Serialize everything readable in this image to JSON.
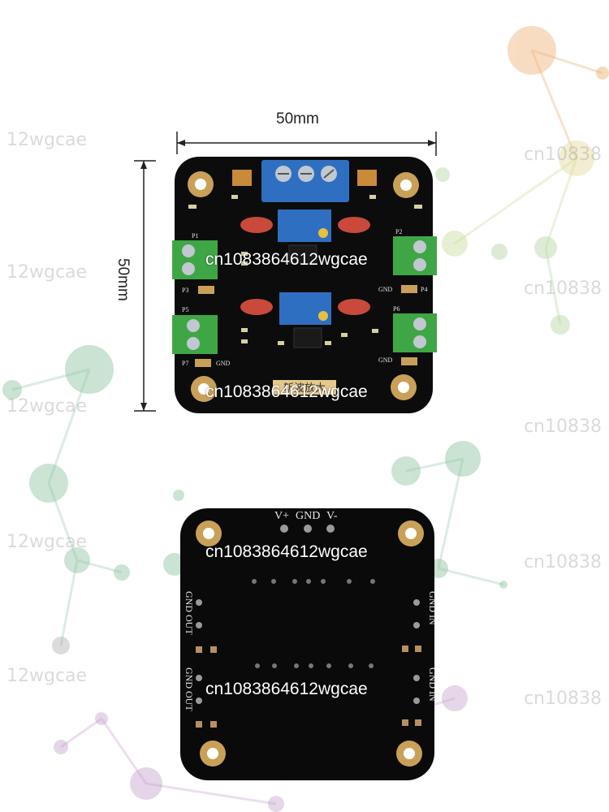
{
  "dimensions": {
    "width_label": "50mm",
    "height_label": "50mm"
  },
  "front_board": {
    "silk_title": "斩波放大",
    "terminal_labels": [
      "P1",
      "P2",
      "P3",
      "P4",
      "P5",
      "P6",
      "P7"
    ],
    "gnd_label": "GND"
  },
  "back_board": {
    "power_labels": [
      "V+",
      "GND",
      "V-"
    ],
    "left_labels": [
      "GND OUT",
      "GND OUT"
    ],
    "right_labels": [
      "GND IN",
      "GND IN"
    ]
  },
  "watermarks": {
    "primary": "cn1083864612wgcae",
    "secondary": [
      "12wgcae",
      "cn10838"
    ]
  },
  "colors": {
    "pcb": "#0c0c0c",
    "terminal_green": "#3fa646",
    "terminal_blue": "#2f6fc1",
    "capacitor": "#c94a3a"
  }
}
